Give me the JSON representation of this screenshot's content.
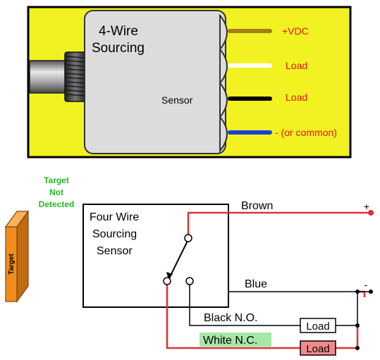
{
  "top_panel": {
    "title_line1": "4-Wire",
    "title_line2": "Sourcing",
    "sensor_label": "Sensor",
    "wires": [
      {
        "label": "+VDC",
        "color": "#a67c1a"
      },
      {
        "label": "Load",
        "color": "#ffffff"
      },
      {
        "label": "Load",
        "color": "#000000"
      },
      {
        "label": "- (or common)",
        "color": "#1a3fd6"
      }
    ],
    "panel_color": "#f2f222",
    "label_color": "#ee1111"
  },
  "target": {
    "status_line1": "Target",
    "status_line2": "Not",
    "status_line3": "Detected",
    "status_color": "#22bb22",
    "block_label": "Target",
    "block_color": "#f28c1c"
  },
  "circuit": {
    "box_line1": "Four Wire",
    "box_line2": "Sourcing",
    "box_line3": "Sensor",
    "wire_brown": "Brown",
    "wire_blue": "Blue",
    "wire_black": "Black N.O.",
    "wire_white": "White N.C.",
    "load_no": "Load",
    "load_nc": "Load",
    "plus": "+",
    "minus": "-",
    "active_color": "#e03030",
    "highlight_color": "#a6e6a6",
    "load_active_fill": "#f28a8a"
  }
}
